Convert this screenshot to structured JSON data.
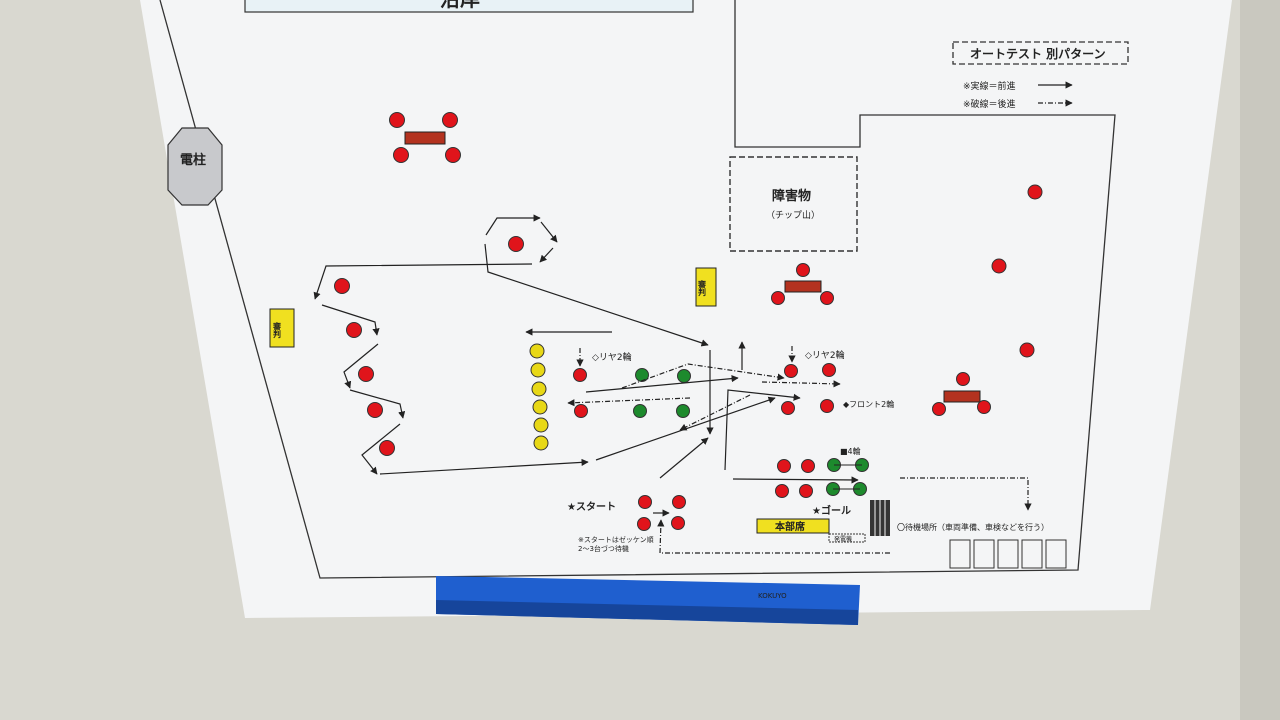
{
  "header": {
    "title_partial": "沿岸"
  },
  "legend": {
    "title": "オートテスト 別パターン",
    "solid_note": "※実線＝前進",
    "dashed_note": "※破線＝後進"
  },
  "labels": {
    "pole": "電柱",
    "obstacle": "障害物",
    "obstacle_sub": "（チップ山）",
    "judge": "審判",
    "rear2": "◇リヤ2輪",
    "front2": "◆フロント2輪",
    "four_wheel": "■4輪",
    "start": "★スタート",
    "goal": "★ゴール",
    "hq": "本部席",
    "start_note_1": "※スタートはゼッケン順",
    "start_note_2": "2～3台づつ待機",
    "waiting_area": "〇待機場所（車両準備、車検などを行う）",
    "small_booth": "発電機",
    "ruler_brand": "KOKUYO"
  },
  "colors": {
    "paper": "#f4f5f6",
    "board": "#d9d8d0",
    "cone_red": "#e0141b",
    "cone_green": "#1d8a2d",
    "cone_yellow": "#e8d816",
    "judge_yellow": "#f0e020",
    "ruler_blue": "#1f5fcf"
  }
}
